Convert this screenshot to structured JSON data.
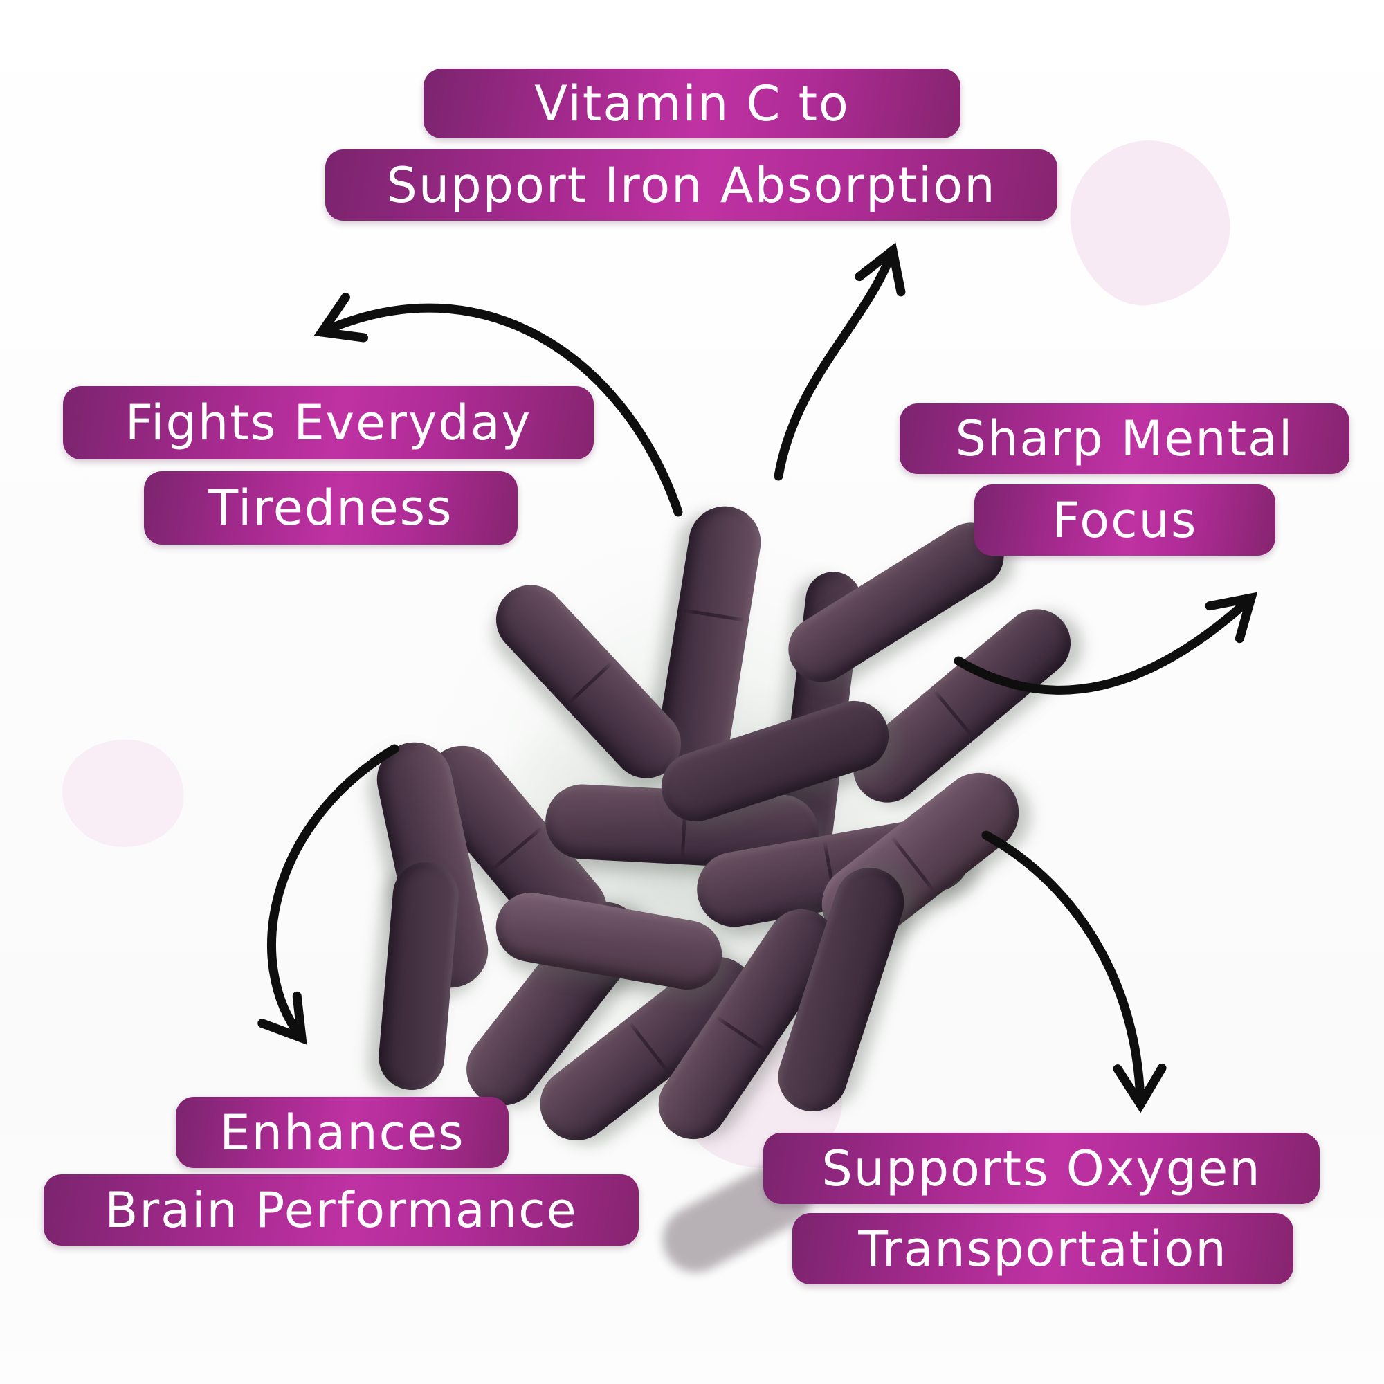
{
  "infographic": {
    "subject": "Pile of dark purple supplement tablets",
    "callouts": {
      "iron": {
        "line1": "Vitamin C to",
        "line2": "Support Iron Absorption"
      },
      "tiredness": {
        "line1": "Fights Everyday",
        "line2": "Tiredness"
      },
      "focus": {
        "line1": "Sharp Mental",
        "line2": "Focus"
      },
      "brain": {
        "line1": "Enhances",
        "line2": "Brain Performance"
      },
      "oxygen": {
        "line1": "Supports Oxygen",
        "line2": "Transportation"
      }
    },
    "colors": {
      "banner_gradient_dark": "#7b246e",
      "banner_gradient_bright": "#bf32a3",
      "banner_text": "#ffffff",
      "arrow": "#0e0e0e",
      "tablet_dark_purple": "#46333f",
      "decor_blob_pink": "#f7eaf4",
      "background": "#fdfdfd"
    }
  }
}
